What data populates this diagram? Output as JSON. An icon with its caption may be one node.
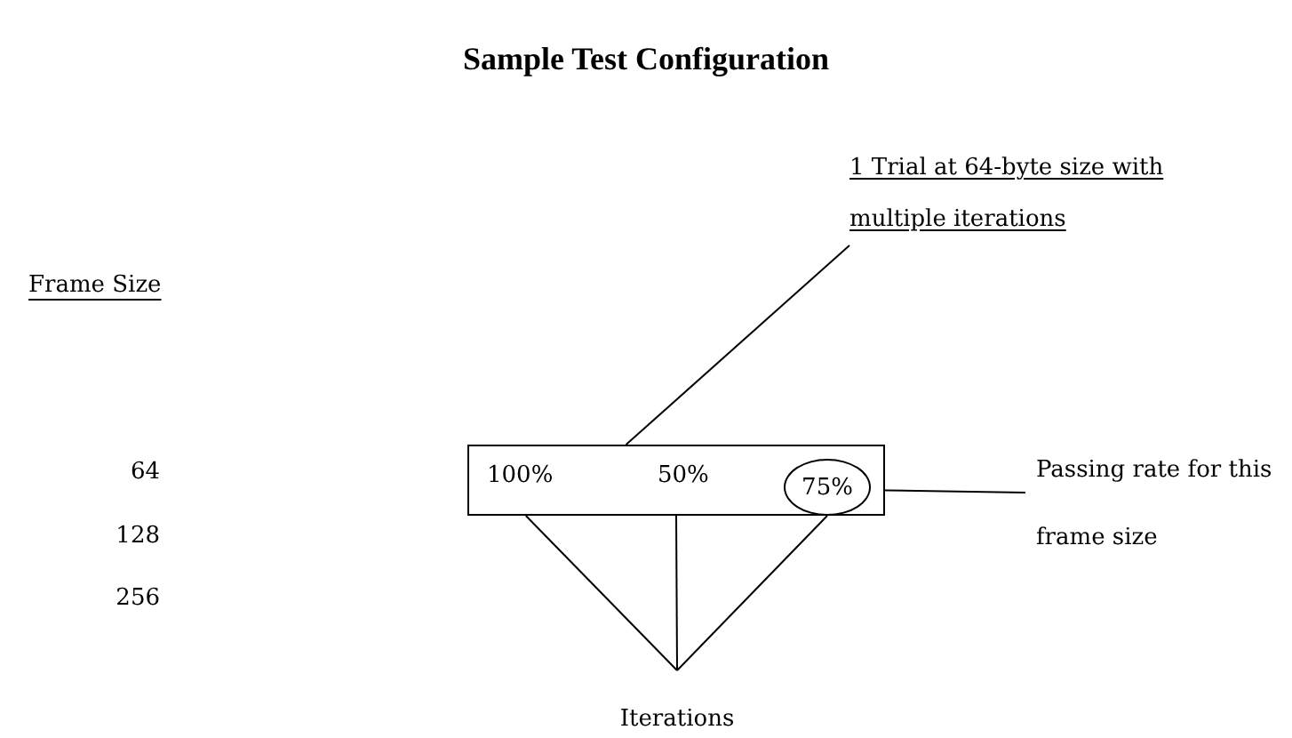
{
  "diagram": {
    "title": "Sample Test Configuration",
    "nodes": [
      {
        "text": [
          "1 Trial at 64-byte size with multiple iterations"
        ]
      },
      {
        "text": [
          "100%",
          "50%"
        ]
      },
      {
        "text": [
          "75%"
        ],
        "in": 1
      },
      {
        "text": [
          "Passing rate for this frame size"
        ]
      },
      {
        "text": [
          "Iterations"
        ]
      }
    ],
    "edges": [
      {
        "from": 0,
        "to": 1,
        "arrow": "none"
      },
      {
        "from": 3,
        "to": 2,
        "arrow": "none"
      },
      {
        "from": 4,
        "to": 1,
        "arrow": "none"
      },
      {
        "from": 4,
        "to": 1,
        "arrow": "none"
      },
      {
        "from": 4,
        "to": 2,
        "arrow": "none"
      }
    ],
    "labels": [
      "Frame Size",
      "64",
      "128",
      "256"
    ]
  }
}
